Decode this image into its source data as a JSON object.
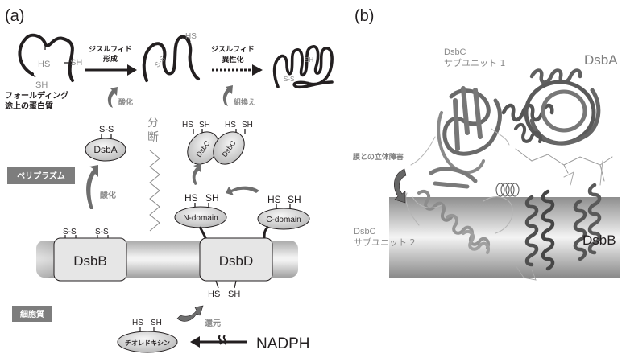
{
  "panel_a": {
    "label": "(a)",
    "folding_protein": {
      "caption_line1": "フォールディング",
      "caption_line2": "途上の蛋白質",
      "thiol_1": "HS",
      "thiol_2": "SH",
      "thiol_3": "SH"
    },
    "step1_arrow": {
      "line1": "ジスルフィド",
      "line2": "形成"
    },
    "intermediate": {
      "disulfide": "S-S",
      "thiol": "HS"
    },
    "step2_arrow": {
      "line1": "ジスルフィド",
      "line2": "異性化"
    },
    "native": {
      "disulfide": "S-S",
      "thiol": "SH"
    },
    "oxidation_label_1": "酸化",
    "oxidation_label_2": "酸化",
    "rearrangement_label": "組換え",
    "split_label_1": "分",
    "split_label_2": "断",
    "dsba": {
      "name": "DsbA",
      "disulfide": "S-S"
    },
    "dsbc_dimer": {
      "subunit_1": {
        "name": "DsbC",
        "thiol_1": "HS",
        "thiol_2": "SH"
      },
      "subunit_2": {
        "name": "DsbC",
        "thiol_1": "HS",
        "thiol_2": "SH"
      }
    },
    "compartment_periplasm": "ペリプラズム",
    "compartment_cytoplasm": "細胞質",
    "n_domain": {
      "name": "N-domain",
      "thiol_1": "HS",
      "thiol_2": "SH"
    },
    "c_domain": {
      "name": "C-domain",
      "thiol_1": "HS",
      "thiol_2": "SH"
    },
    "dsbb": {
      "name": "DsbB",
      "disulfide_1": "S-S",
      "disulfide_2": "S-S"
    },
    "dsbd": {
      "name": "DsbD",
      "thiol_1": "HS",
      "thiol_2": "SH"
    },
    "reduction_label": "還元",
    "thioredoxin": {
      "name": "チオレドキシン",
      "thiol_1": "HS",
      "thiol_2": "SH"
    },
    "nadph": "NADPH"
  },
  "panel_b": {
    "label": "(b)",
    "dsbc_subunit1_line1": "DsbC",
    "dsbc_subunit1_line2": "サブユニット 1",
    "dsba_label": "DsbA",
    "steric_label": "膜との立体障害",
    "dsbc_subunit2_line1": "DsbC",
    "dsbc_subunit2_line2": "サブユニット 2",
    "dsbb_label": "DsbB"
  },
  "colors": {
    "ink": "#231f20",
    "gray_text": "#8a8a8a",
    "label_box": "#7d7d7d",
    "arrow_gray": "#6e6e6e",
    "ribbon_dark": "#5a5a5a",
    "ribbon_light": "#a8a8a8"
  }
}
